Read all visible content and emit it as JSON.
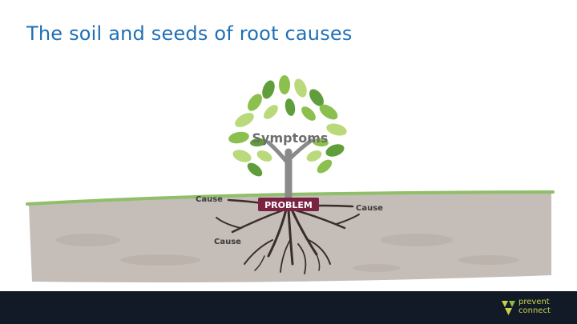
{
  "slide": {
    "title": "The soil and seeds of root causes"
  },
  "diagram": {
    "canopy_label": "Symptoms",
    "trunk_label": "PROBLEM",
    "root_labels": [
      "Cause",
      "Cause",
      "Cause"
    ],
    "colors": {
      "soil": "#c5bdb7",
      "grass": "#8fbf68",
      "leaf_light": "#b9d97a",
      "leaf_mid": "#8cc04e",
      "leaf_dark": "#5f9e3a",
      "trunk": "#8a8a8a",
      "roots": "#3a2d2a",
      "problem_box": "#7a2343"
    }
  },
  "footer": {
    "logo_line1": "prevent",
    "logo_line2": "connect",
    "logo_icon": "prevent-connect-logo-icon"
  }
}
